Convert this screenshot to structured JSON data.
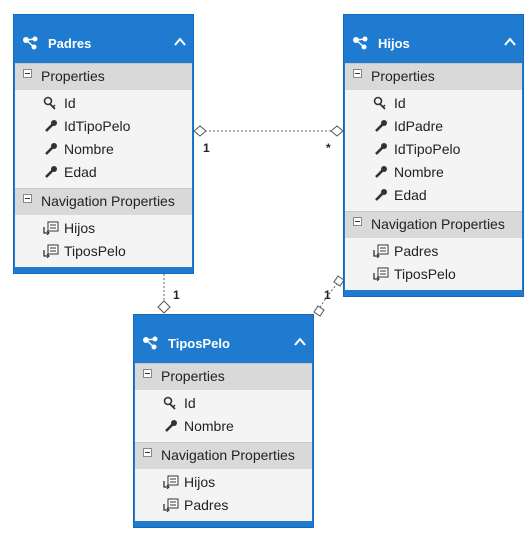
{
  "entities": {
    "padres": {
      "name": "Padres",
      "properties_label": "Properties",
      "properties": [
        "Id",
        "IdTipoPelo",
        "Nombre",
        "Edad"
      ],
      "navigation_label": "Navigation Properties",
      "navigation": [
        "Hijos",
        "TiposPelo"
      ]
    },
    "hijos": {
      "name": "Hijos",
      "properties_label": "Properties",
      "properties": [
        "Id",
        "IdPadre",
        "IdTipoPelo",
        "Nombre",
        "Edad"
      ],
      "navigation_label": "Navigation Properties",
      "navigation": [
        "Padres",
        "TiposPelo"
      ]
    },
    "tipospelo": {
      "name": "TiposPelo",
      "properties_label": "Properties",
      "properties": [
        "Id",
        "Nombre"
      ],
      "navigation_label": "Navigation Properties",
      "navigation": [
        "Hijos",
        "Padres"
      ]
    }
  },
  "associations": {
    "padres_hijos": {
      "from_mult": "1",
      "to_mult": "*"
    },
    "padres_tipospelo": {
      "padres_mult": "*",
      "tipospelo_mult": "1"
    },
    "hijos_tipospelo": {
      "hijos_mult": "*",
      "tipospelo_mult": "1"
    }
  },
  "colors": {
    "entity_blue": "#1e7bd0",
    "section_gray": "#d9d9d9",
    "items_bg": "#f4f4f4"
  }
}
